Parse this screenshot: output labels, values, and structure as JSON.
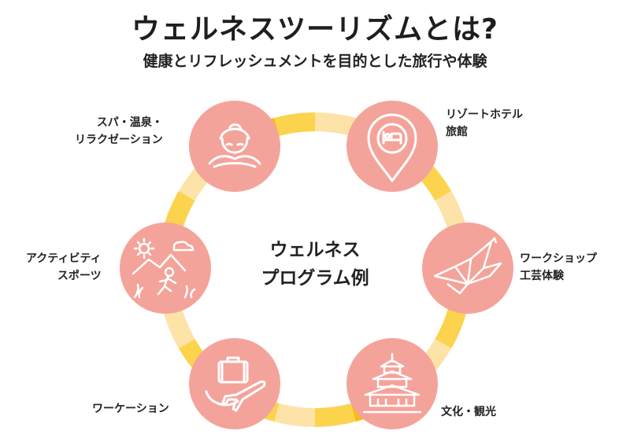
{
  "header": {
    "title": "ウェルネスツーリズムとは?",
    "subtitle": "健康とリフレッシュメントを目的とした旅行や体験"
  },
  "center": {
    "line1": "ウェルネス",
    "line2": "プログラム例"
  },
  "items": [
    {
      "label_lines": [
        "スパ・温泉・",
        "リラクゼーション"
      ],
      "icon": "spa-woman-icon"
    },
    {
      "label_lines": [
        "リゾートホテル",
        "旅館"
      ],
      "icon": "hotel-bed-pin-icon"
    },
    {
      "label_lines": [
        "ワークショップ",
        "工芸体験"
      ],
      "icon": "origami-crane-icon"
    },
    {
      "label_lines": [
        "文化・観光"
      ],
      "icon": "pagoda-temple-icon"
    },
    {
      "label_lines": [
        "ワーケーション"
      ],
      "icon": "suitcase-airplane-icon"
    },
    {
      "label_lines": [
        "アクティビティ",
        "スポーツ"
      ],
      "icon": "hiking-activity-icon"
    }
  ],
  "colors": {
    "node_fill": "#f4a39b",
    "icon_stroke": "#ffffff",
    "ring_light": "#fde3a7",
    "ring_mid": "#fcd34d",
    "ring_dark": "#f8b91a"
  }
}
